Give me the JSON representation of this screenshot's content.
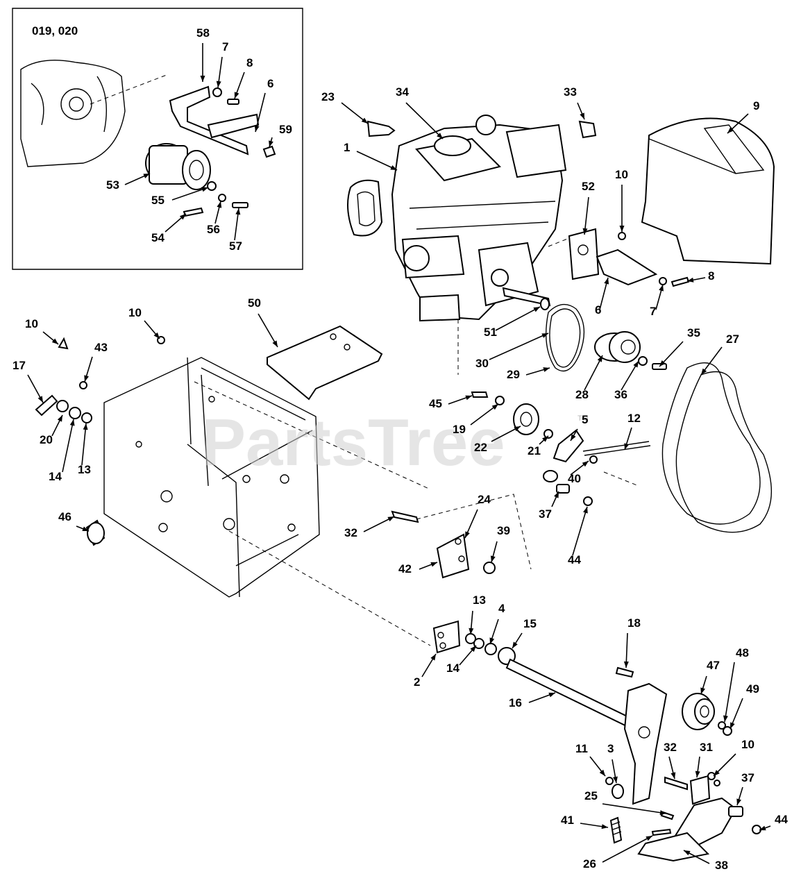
{
  "inset": {
    "title": "019, 020"
  },
  "watermark": {
    "text": "PartsTree",
    "mark": "TM"
  },
  "callouts": [
    {
      "label": "58"
    },
    {
      "label": "7"
    },
    {
      "label": "8"
    },
    {
      "label": "6"
    },
    {
      "label": "59"
    },
    {
      "label": "53"
    },
    {
      "label": "55"
    },
    {
      "label": "56"
    },
    {
      "label": "57"
    },
    {
      "label": "54"
    },
    {
      "label": "23"
    },
    {
      "label": "34"
    },
    {
      "label": "33"
    },
    {
      "label": "9"
    },
    {
      "label": "1"
    },
    {
      "label": "10"
    },
    {
      "label": "52"
    },
    {
      "label": "8"
    },
    {
      "label": "7"
    },
    {
      "label": "6"
    },
    {
      "label": "51"
    },
    {
      "label": "30"
    },
    {
      "label": "35"
    },
    {
      "label": "27"
    },
    {
      "label": "29"
    },
    {
      "label": "28"
    },
    {
      "label": "36"
    },
    {
      "label": "10"
    },
    {
      "label": "10"
    },
    {
      "label": "50"
    },
    {
      "label": "43"
    },
    {
      "label": "17"
    },
    {
      "label": "20"
    },
    {
      "label": "14"
    },
    {
      "label": "13"
    },
    {
      "label": "45"
    },
    {
      "label": "19"
    },
    {
      "label": "22"
    },
    {
      "label": "21"
    },
    {
      "label": "5"
    },
    {
      "label": "12"
    },
    {
      "label": "40"
    },
    {
      "label": "37"
    },
    {
      "label": "44"
    },
    {
      "label": "46"
    },
    {
      "label": "24"
    },
    {
      "label": "32"
    },
    {
      "label": "39"
    },
    {
      "label": "42"
    },
    {
      "label": "13"
    },
    {
      "label": "4"
    },
    {
      "label": "15"
    },
    {
      "label": "14"
    },
    {
      "label": "2"
    },
    {
      "label": "18"
    },
    {
      "label": "16"
    },
    {
      "label": "47"
    },
    {
      "label": "48"
    },
    {
      "label": "49"
    },
    {
      "label": "11"
    },
    {
      "label": "3"
    },
    {
      "label": "32"
    },
    {
      "label": "31"
    },
    {
      "label": "10"
    },
    {
      "label": "37"
    },
    {
      "label": "25"
    },
    {
      "label": "41"
    },
    {
      "label": "44"
    },
    {
      "label": "26"
    },
    {
      "label": "38"
    }
  ]
}
